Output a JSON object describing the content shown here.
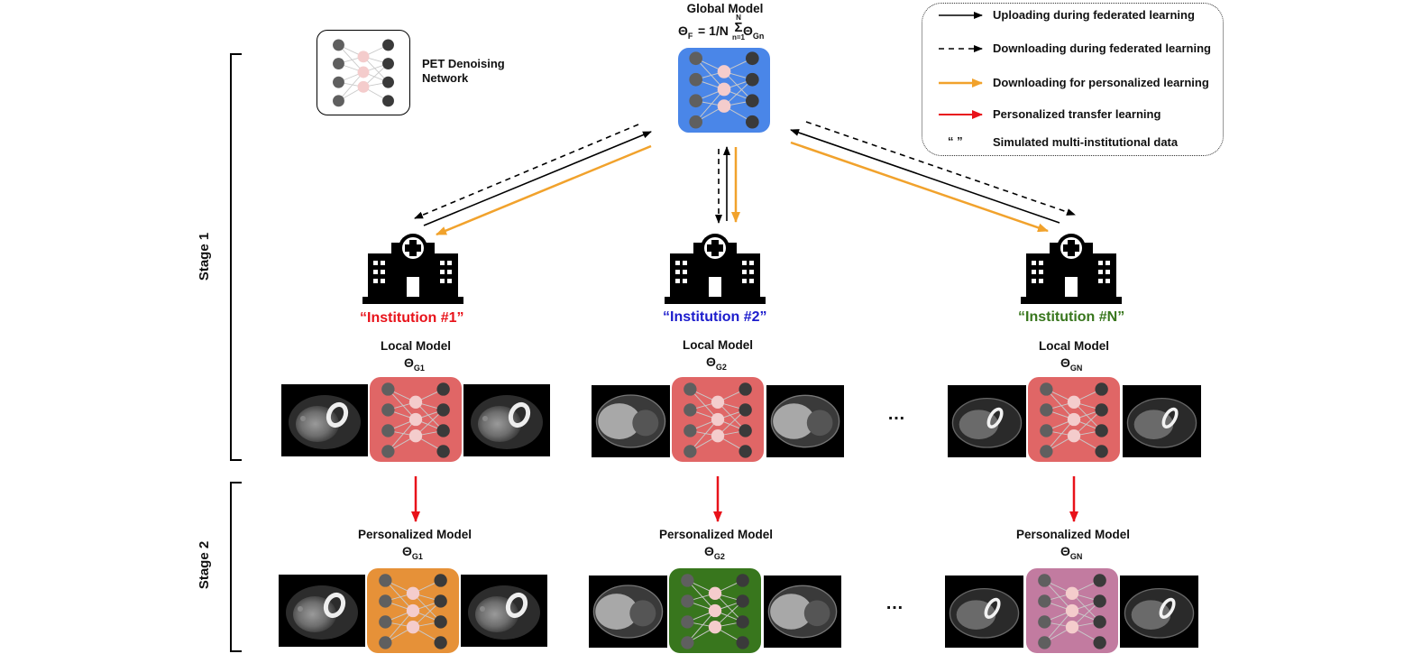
{
  "global": {
    "title": "Global Model",
    "formula_main": "Θ",
    "formula_sub_f": "F",
    "formula_mid": " = 1/N ",
    "sum_top": "N",
    "sum_sym": "Σ",
    "sum_bottom": "n=1",
    "formula_theta": " Θ",
    "formula_sub_gn": "Gn",
    "box_color": "#4a86e8"
  },
  "pet_network": {
    "label_line1": "PET Denoising",
    "label_line2": "Network"
  },
  "legend": {
    "items": [
      {
        "text": "Uploading during federated learning"
      },
      {
        "text": "Downloading during federated learning"
      },
      {
        "text": "Downloading for personalized learning"
      },
      {
        "text": "Personalized transfer learning"
      },
      {
        "symbol": "“ ”",
        "text": "Simulated multi-institutional data"
      }
    ],
    "colors": {
      "upload": "#000000",
      "download": "#000000",
      "personal_download": "#f1a22c",
      "transfer": "#e8121a"
    }
  },
  "stages": {
    "stage1": "Stage 1",
    "stage2": "Stage 2"
  },
  "institutions": [
    {
      "name": "“Institution #1”",
      "color": "#e8121a",
      "local_label": "Local Model",
      "local_sub": "G1",
      "personal_label": "Personalized Model",
      "personal_sub": "G1",
      "personal_color": "#e69138"
    },
    {
      "name": "“Institution #2”",
      "color": "#1c1ccc",
      "local_label": "Local Model",
      "local_sub": "G2",
      "personal_label": "Personalized Model",
      "personal_sub": "G2",
      "personal_color": "#38761d"
    },
    {
      "name": "“Institution #N”",
      "color": "#38761d",
      "local_label": "Local Model",
      "local_sub": "GN",
      "personal_label": "Personalized Model",
      "personal_sub": "GN",
      "personal_color": "#c27ba0"
    }
  ],
  "theta_symbol": "Θ",
  "local_box_color": "#e06666",
  "ellipsis": "…"
}
